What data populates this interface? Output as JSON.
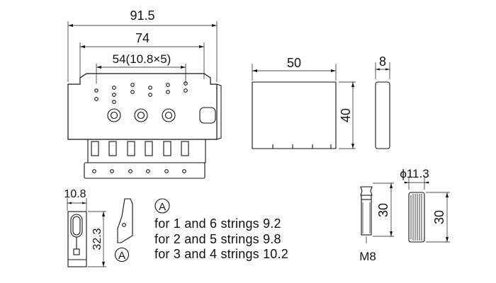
{
  "bridge_top": {
    "overall_width": "91.5",
    "stud_spacing": "74",
    "string_spacing": "54(10.8×5)"
  },
  "block_side": {
    "width": "50",
    "height": "40"
  },
  "block_edge": {
    "thickness": "8"
  },
  "saddle_side": {
    "width": "10.8",
    "height": "32.3"
  },
  "saddle_callout": {
    "marker": "A"
  },
  "notes": {
    "marker": "A",
    "lines": [
      "for 1 and 6 strings 9.2",
      "for 2 and 5 strings 9.8",
      "for 3 and 4 strings 10.2"
    ]
  },
  "stud": {
    "length": "30",
    "thread": "M8"
  },
  "bushing": {
    "diameter": "ϕ11.3",
    "length": "30"
  },
  "colors": {
    "line": "#111111",
    "background": "#ffffff"
  }
}
